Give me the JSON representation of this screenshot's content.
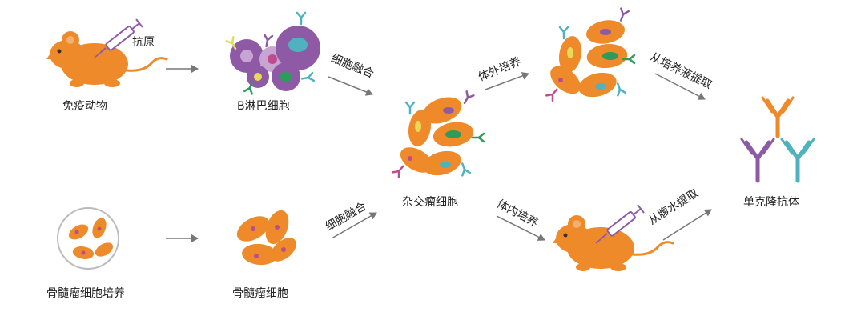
{
  "colors": {
    "orange": "#EE8A2A",
    "purple": "#8E5AA6",
    "lavender": "#C8A4D2",
    "teal": "#4FB3BF",
    "green": "#2E9A5B",
    "yellow": "#E7D95A",
    "magenta": "#C04A8E",
    "arrow": "#777777",
    "dish": "#BBBBBB"
  },
  "labels": {
    "antigen": "抗原",
    "immunize_animal": "免疫动物",
    "b_cell": "B淋巴细胞",
    "myeloma_culture": "骨髓瘤细胞培养",
    "myeloma_cell": "骨髓瘤细胞",
    "fusion_top": "细胞融合",
    "fusion_bottom": "细胞融合",
    "hybridoma": "杂交瘤细胞",
    "in_vitro": "体外培养",
    "in_vivo": "体内培养",
    "extract_culture": "从培养液提取",
    "extract_ascites": "从腹水提取",
    "mab": "单克隆抗体"
  }
}
